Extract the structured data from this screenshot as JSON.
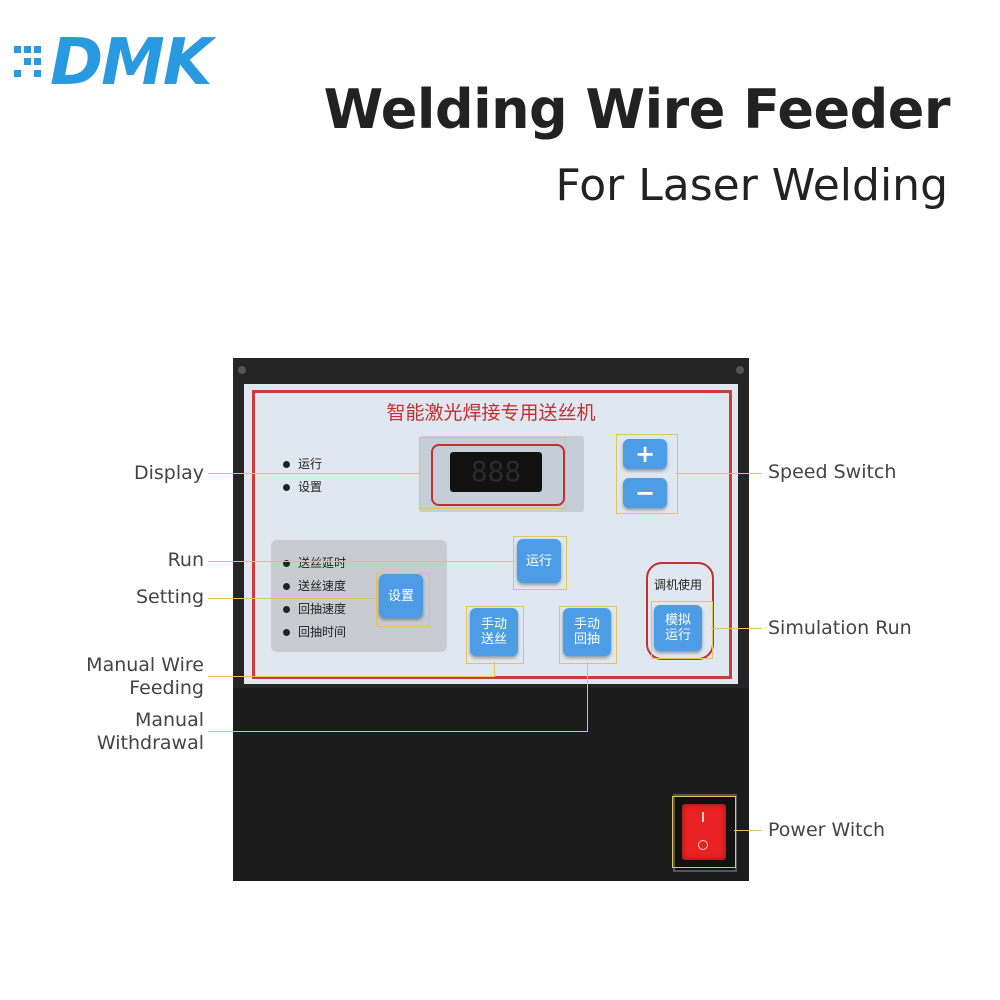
{
  "brand": {
    "logo_text": "DMK",
    "logo_color": "#2a9ae0"
  },
  "header": {
    "title": "Welding Wire Feeder",
    "subtitle": "For Laser Welding"
  },
  "panel": {
    "title": "智能激光焊接专用送丝机",
    "status_labels": [
      "运行",
      "设置"
    ],
    "menu_labels": [
      "送丝延时",
      "送丝速度",
      "回抽速度",
      "回抽时间"
    ],
    "buttons": {
      "plus": "+",
      "minus": "−",
      "run": "运行",
      "setting": "设置",
      "manual_feed": "手动送丝",
      "manual_withdraw": "手动回抽",
      "simulation": "模拟运行"
    },
    "simulation_caption": "调机使用",
    "display_value": "888"
  },
  "callouts": {
    "display": "Display",
    "run": "Run",
    "setting": "Setting",
    "manual_wire_feeding": "Manual Wire Feeding",
    "manual_withdrawal": "Manual Withdrawal",
    "speed_switch": "Speed Switch",
    "simulation_run": "Simulation Run",
    "power_switch": "Power Witch"
  },
  "colors": {
    "accent_line": "#e6c25a",
    "panel_red": "#c23030",
    "button_blue": "#4d9de6",
    "switch_red": "#e82222"
  }
}
